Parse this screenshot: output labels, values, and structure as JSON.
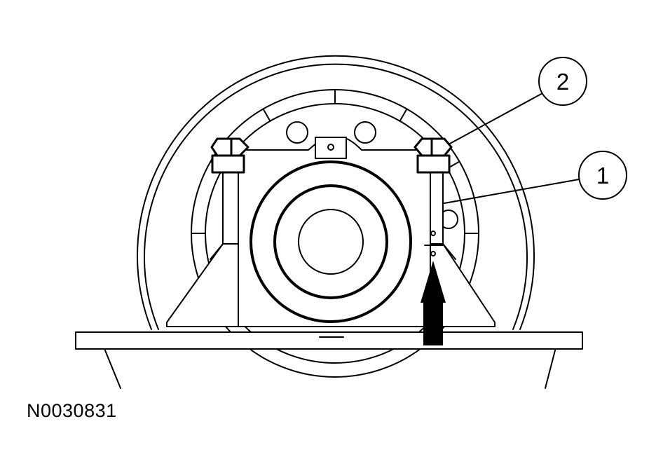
{
  "figure": {
    "id_label": "N0030831"
  },
  "callouts": [
    {
      "number": "1",
      "part": "bearing-cap"
    },
    {
      "number": "2",
      "part": "cap-bolt"
    }
  ],
  "colors": {
    "line": "#000000",
    "background": "#ffffff"
  }
}
